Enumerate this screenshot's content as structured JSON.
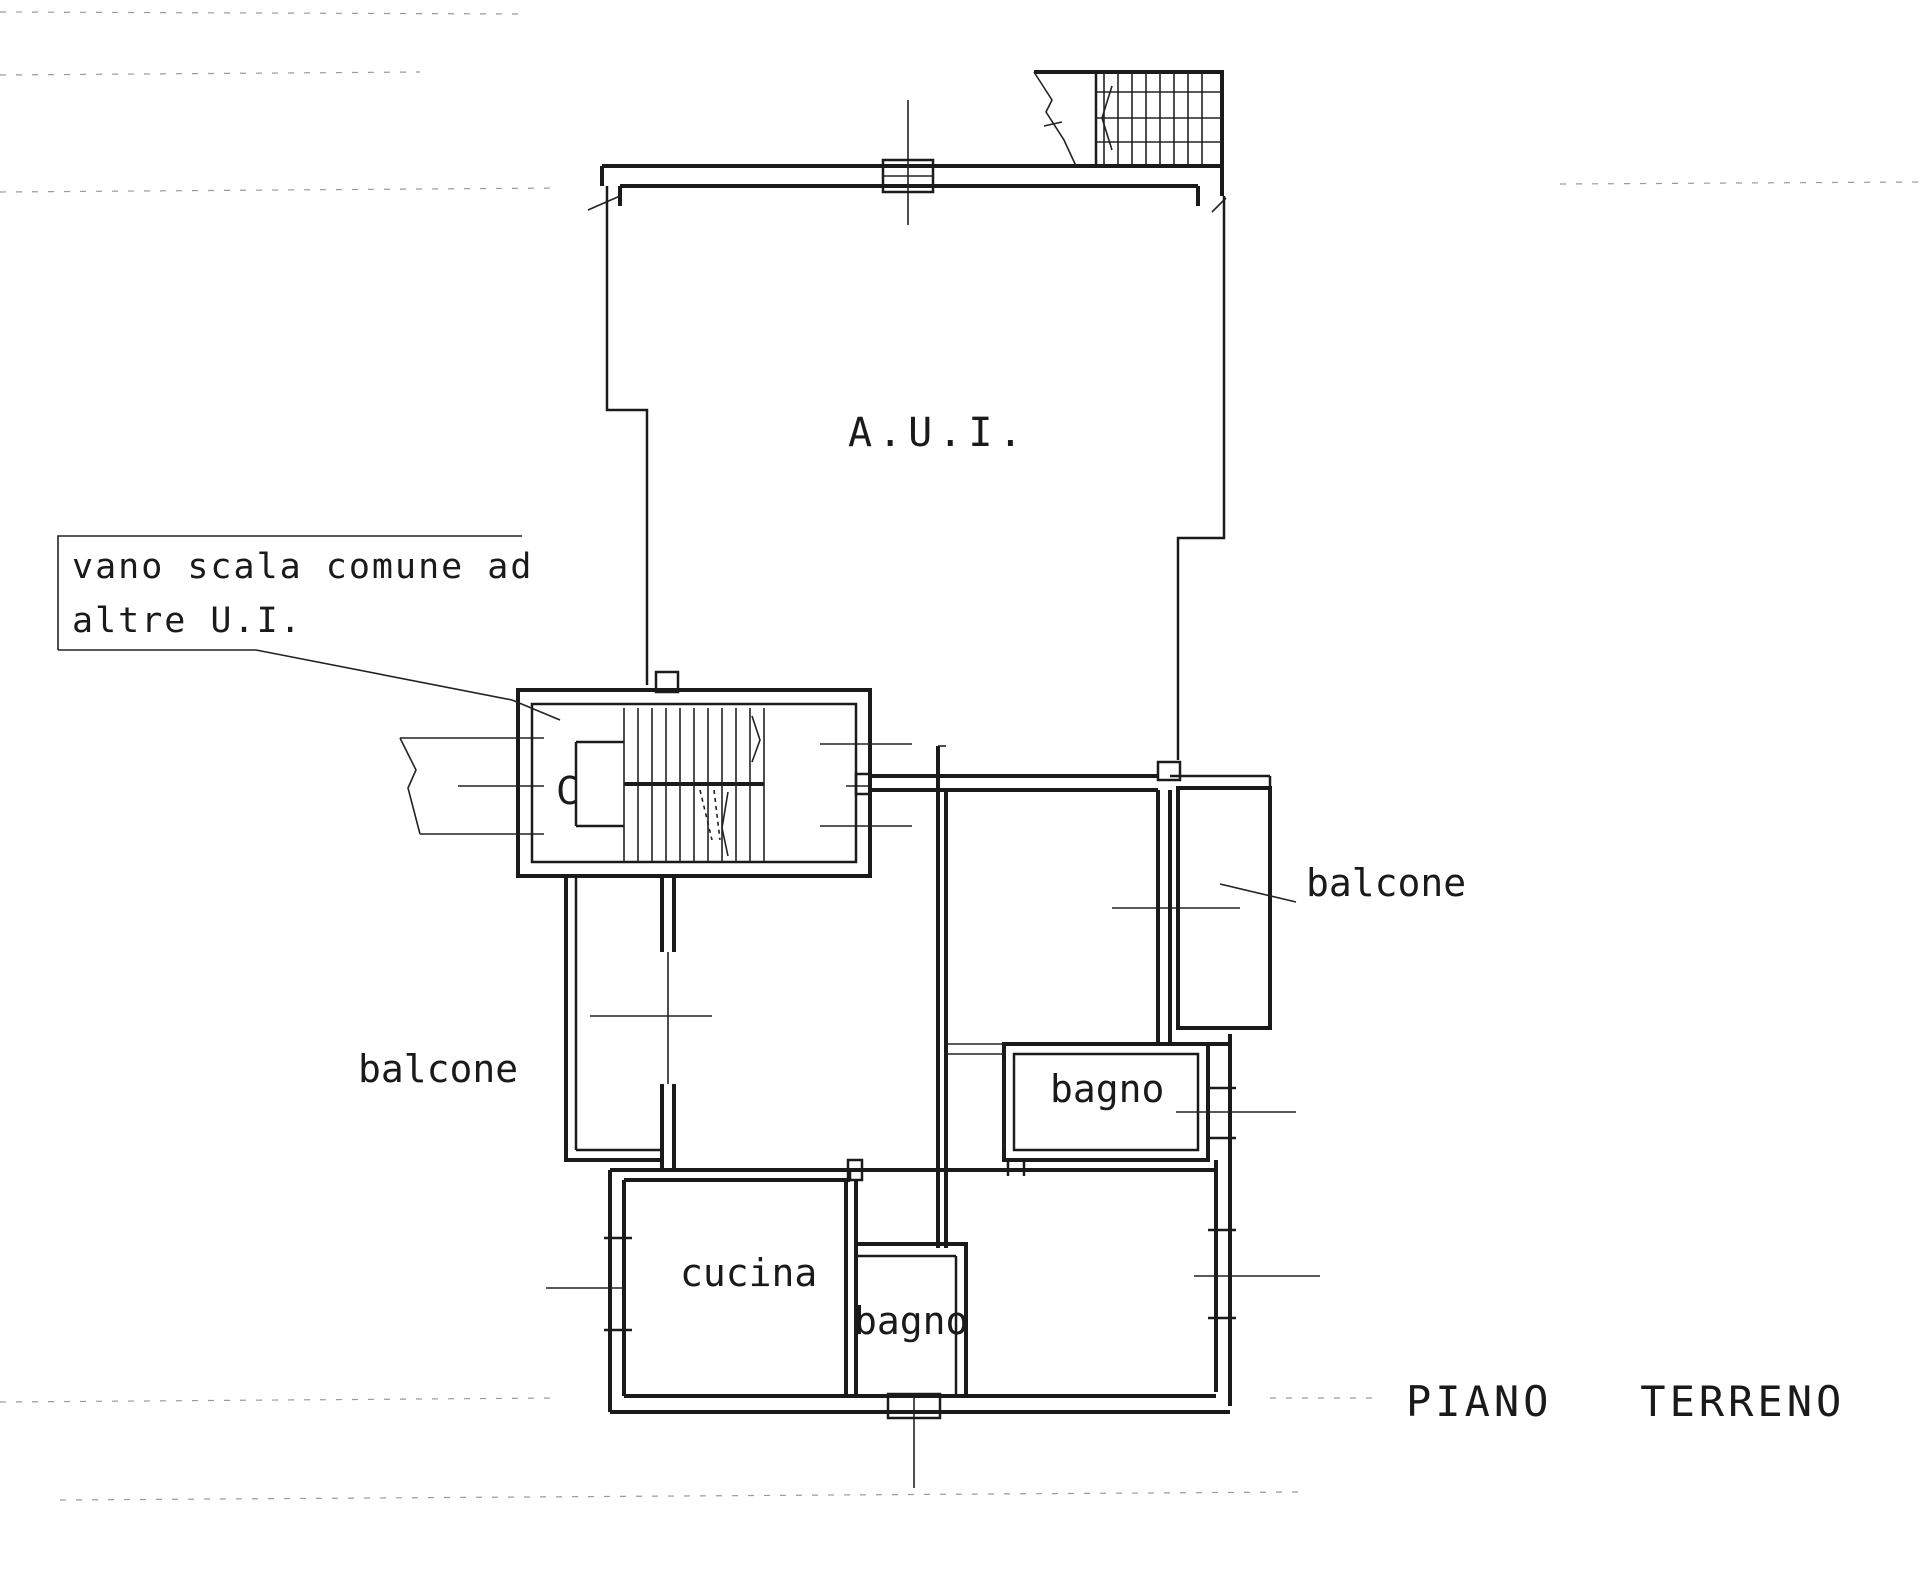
{
  "plan": {
    "title": "PIANO   TERRENO   H. 2,70",
    "rooms": [
      {
        "id": "aui",
        "label": "A.U.I."
      },
      {
        "id": "balcone-right",
        "label": "balcone"
      },
      {
        "id": "balcone-left",
        "label": "balcone"
      },
      {
        "id": "bagno-upper",
        "label": "bagno"
      },
      {
        "id": "cucina",
        "label": "cucina"
      },
      {
        "id": "bagno-lower",
        "label": "bagno"
      }
    ],
    "stair_note": {
      "line1": "vano  scala  comune  ad",
      "line2": "altre  U.I."
    },
    "stair_mark": "C"
  },
  "colors": {
    "ink": "#1a1a1a",
    "paper": "#ffffff"
  }
}
